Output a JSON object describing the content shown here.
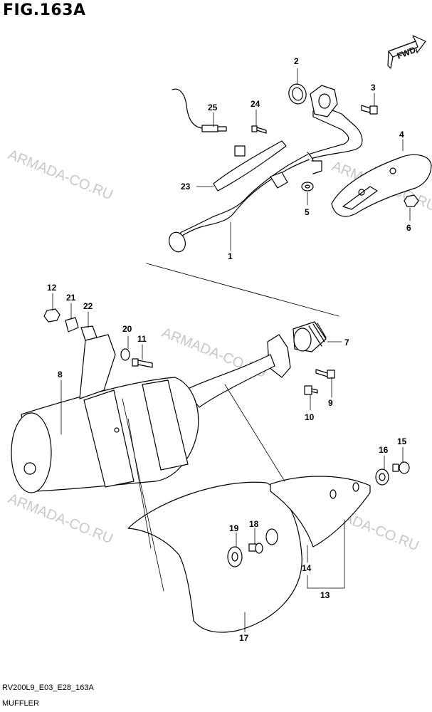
{
  "figure": {
    "title": "FIG.163A",
    "code": "RV200L9_E03_E28_163A",
    "caption": "MUFFLER",
    "direction_label": "FWD"
  },
  "watermark": "ARMADA-CO.RU",
  "callouts": [
    {
      "id": "c1",
      "label": "1"
    },
    {
      "id": "c2",
      "label": "2"
    },
    {
      "id": "c3",
      "label": "3"
    },
    {
      "id": "c4",
      "label": "4"
    },
    {
      "id": "c5",
      "label": "5"
    },
    {
      "id": "c6",
      "label": "6"
    },
    {
      "id": "c7",
      "label": "7"
    },
    {
      "id": "c8",
      "label": "8"
    },
    {
      "id": "c9",
      "label": "9"
    },
    {
      "id": "c10",
      "label": "10"
    },
    {
      "id": "c11",
      "label": "11"
    },
    {
      "id": "c12",
      "label": "12"
    },
    {
      "id": "c13",
      "label": "13"
    },
    {
      "id": "c14",
      "label": "14"
    },
    {
      "id": "c15",
      "label": "15"
    },
    {
      "id": "c16",
      "label": "16"
    },
    {
      "id": "c17",
      "label": "17"
    },
    {
      "id": "c18",
      "label": "18"
    },
    {
      "id": "c19",
      "label": "19"
    },
    {
      "id": "c20",
      "label": "20"
    },
    {
      "id": "c21",
      "label": "21"
    },
    {
      "id": "c22",
      "label": "22"
    },
    {
      "id": "c23",
      "label": "23"
    },
    {
      "id": "c24",
      "label": "24"
    },
    {
      "id": "c25",
      "label": "25"
    }
  ]
}
